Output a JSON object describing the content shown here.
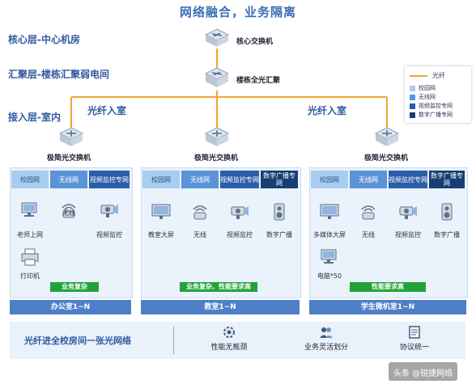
{
  "title": "网络融合，业务隔离",
  "layers": {
    "core": "核心层-中心机房",
    "aggregation": "汇聚层-楼栋汇聚弱电间",
    "access": "接入层-室内"
  },
  "core_switch": "核心交换机",
  "agg_switch": "楼栋全光汇聚",
  "fiber_labels": [
    "光纤入室",
    "光纤入室"
  ],
  "legend": {
    "fiber": "光纤",
    "items": [
      {
        "label": "校园网",
        "color": "#a9cdee"
      },
      {
        "label": "无线网",
        "color": "#5b94d6"
      },
      {
        "label": "视频监控专网",
        "color": "#2b5ea8"
      },
      {
        "label": "数字广播专网",
        "color": "#163e73"
      }
    ],
    "fiber_color": "#f2a533"
  },
  "access_switch": "极简光交换机",
  "zones": [
    {
      "columns": [
        "校园网",
        "无线网",
        "视频监控专网"
      ],
      "items": [
        {
          "label": "老师上网",
          "icon": "pc-icon"
        },
        {
          "label": "无线",
          "icon": "wifi-ap-icon"
        },
        {
          "label": "视频监控",
          "icon": "camera-icon"
        },
        {
          "label": "打印机",
          "icon": "printer-icon"
        }
      ],
      "bar": "业务复杂",
      "footer": "办公室1~N"
    },
    {
      "columns": [
        "校园网",
        "无线网",
        "视频监控专网",
        "数字广播专网"
      ],
      "items": [
        {
          "label": "教室大屏",
          "icon": "screen-icon"
        },
        {
          "label": "无线",
          "icon": "wifi-ap-icon"
        },
        {
          "label": "视频监控",
          "icon": "camera-icon"
        },
        {
          "label": "数字广播",
          "icon": "speaker-icon"
        }
      ],
      "bar": "业务复杂、性能要求高",
      "footer": "教室1~N"
    },
    {
      "columns": [
        "校园网",
        "无线网",
        "视频监控专网",
        "数字广播专网"
      ],
      "items": [
        {
          "label": "多媒体大屏",
          "icon": "screen-icon"
        },
        {
          "label": "无线",
          "icon": "wifi-ap-icon"
        },
        {
          "label": "视频监控",
          "icon": "camera-icon"
        },
        {
          "label": "数字广播",
          "icon": "speaker-icon"
        },
        {
          "label": "电脑*50",
          "icon": "pc-icon"
        }
      ],
      "bar": "性能要求高",
      "footer": "学生微机室1~N"
    }
  ],
  "footer": {
    "title": "光纤进全校房间一张光网络",
    "features": [
      {
        "label": "性能无瓶颈",
        "icon": "gear-icon"
      },
      {
        "label": "业务灵活划分",
        "icon": "users-icon"
      },
      {
        "label": "协议统一",
        "icon": "document-icon"
      }
    ]
  },
  "watermark": "头条 @锐捷网络"
}
